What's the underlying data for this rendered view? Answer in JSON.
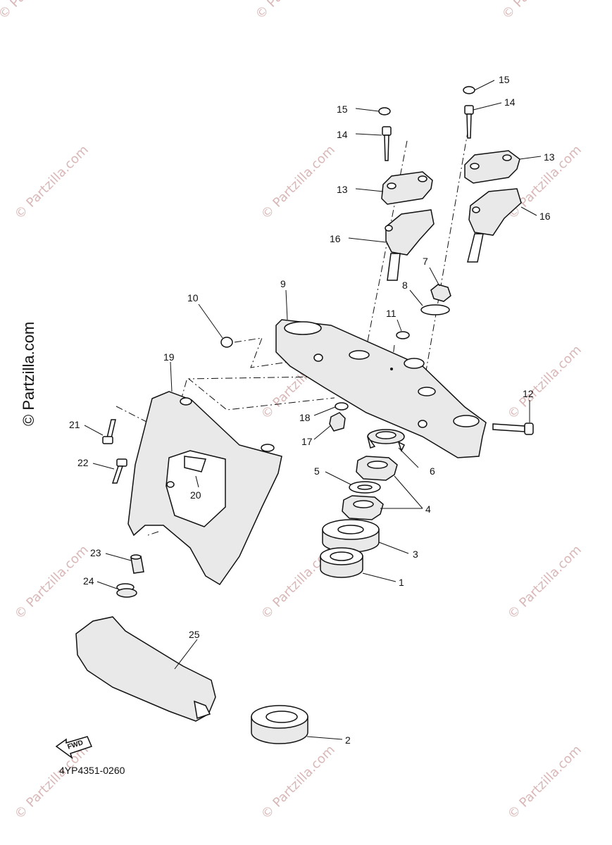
{
  "diagram_code": "4YP4351-0260",
  "brand_text": "© Partzilla.com",
  "watermark_text": "© Partzilla.com",
  "fwd_label": "FWD",
  "callouts": [
    "1",
    "2",
    "3",
    "4",
    "5",
    "6",
    "7",
    "8",
    "9",
    "10",
    "11",
    "12",
    "13",
    "14",
    "15",
    "16",
    "17",
    "18",
    "19",
    "20",
    "21",
    "22",
    "23",
    "24",
    "25"
  ],
  "colors": {
    "line": "#111111",
    "watermark": "#d9b7b7",
    "fill": "#e9e9e9"
  }
}
